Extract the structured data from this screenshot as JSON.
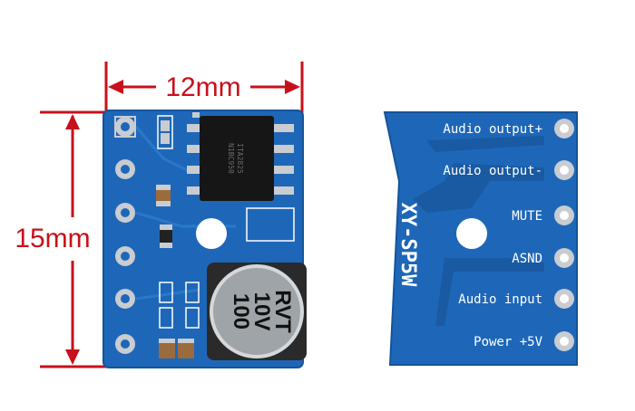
{
  "dimensions": {
    "width_label": "12mm",
    "height_label": "15mm",
    "color": "#c8101a"
  },
  "left_board": {
    "chip_marking": [
      "ITA2825",
      "N1BC950"
    ],
    "capacitor_text": [
      "100",
      "10V",
      "RVT"
    ]
  },
  "right_board": {
    "model": "XY-SP5W",
    "pins": [
      "Audio output+",
      "Audio output-",
      "MUTE",
      "ASND",
      "Audio input",
      "Power +5V"
    ]
  },
  "colors": {
    "pcb": "#1e67b8",
    "pcb_dark": "#15539a",
    "pad": "#c9ccd0",
    "background": "#ffffff"
  }
}
